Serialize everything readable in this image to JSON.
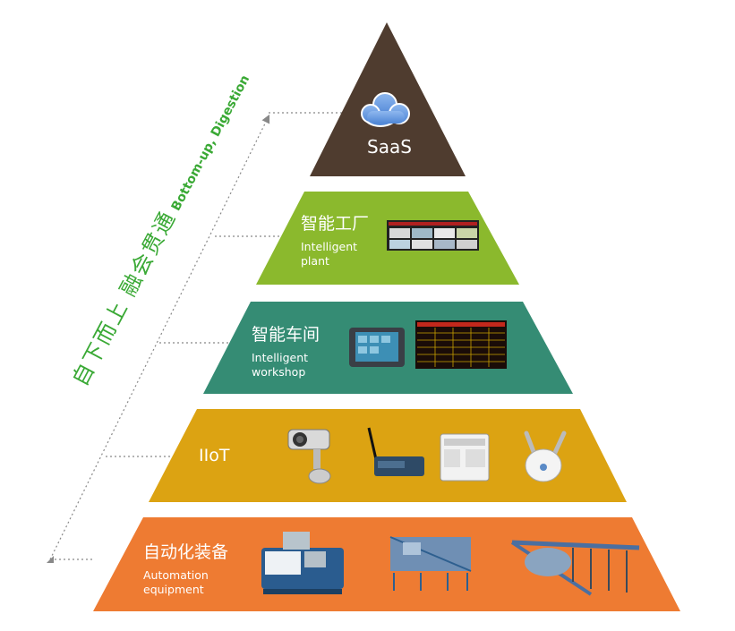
{
  "colors": {
    "saas": "#4f3c2f",
    "plant": "#8bb92d",
    "workshop": "#358c74",
    "iiot": "#dca312",
    "automation": "#ee7b32",
    "accent_green": "#3aa935"
  },
  "layers": {
    "saas": {
      "title": "SaaS",
      "icon": "cloud-icon"
    },
    "plant": {
      "title_cn": "智能工厂",
      "title_en": "Intelligent plant"
    },
    "workshop": {
      "title_cn": "智能车间",
      "title_en": "Intelligent workshop"
    },
    "iiot": {
      "title": "IIoT"
    },
    "automation": {
      "title_cn": "自动化装备",
      "title_en": "Automation equipment"
    }
  },
  "side_label": {
    "cn": "自下而上 融会贯通",
    "en": "Bottom-up, Digestion"
  }
}
